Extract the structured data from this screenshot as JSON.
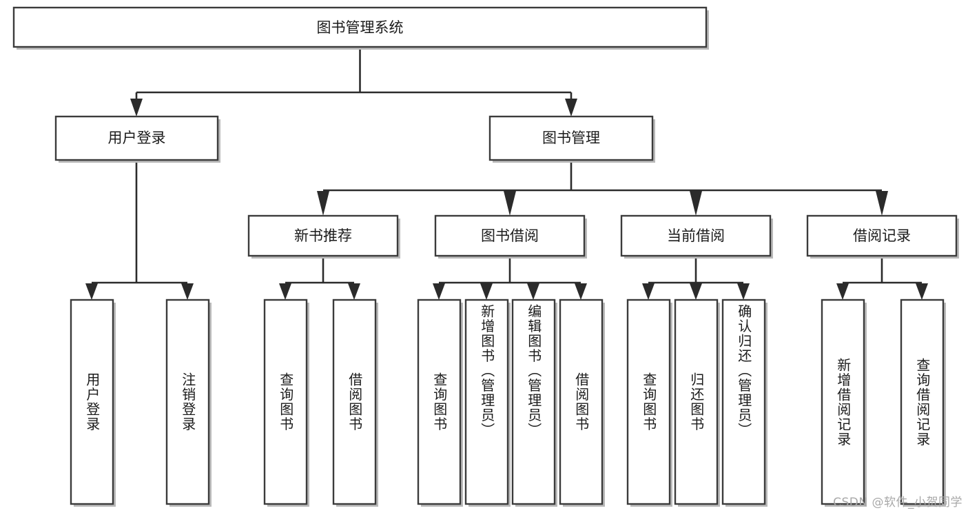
{
  "diagram": {
    "title": "图书管理系统",
    "watermark": "CSDN @软件_小贺同学",
    "colors": {
      "box_stroke": "#3b3b3b",
      "box_fill": "#ffffff",
      "connector": "#2b2b2b",
      "text": "#1b1b1b",
      "shadow": "#b9b9b9",
      "watermark": "#a8a8a8",
      "background": "#ffffff"
    },
    "root": {
      "label": "图书管理系统"
    },
    "level2": [
      {
        "label": "用户登录"
      },
      {
        "label": "图书管理"
      }
    ],
    "level3": [
      {
        "label": "新书推荐"
      },
      {
        "label": "图书借阅"
      },
      {
        "label": "当前借阅"
      },
      {
        "label": "借阅记录"
      }
    ],
    "leaves": {
      "user_login": [
        {
          "label": "用户登录"
        },
        {
          "label": "注销登录"
        }
      ],
      "new_book_recommend": [
        {
          "label": "查询图书"
        },
        {
          "label": "借阅图书"
        }
      ],
      "book_borrow": [
        {
          "label": "查询图书"
        },
        {
          "label": "新增图书（管理员）"
        },
        {
          "label": "编辑图书（管理员）"
        },
        {
          "label": "借阅图书"
        }
      ],
      "current_borrow": [
        {
          "label": "查询图书"
        },
        {
          "label": "归还图书"
        },
        {
          "label": "确认归还（管理员）"
        }
      ],
      "borrow_record": [
        {
          "label": "新增借阅记录"
        },
        {
          "label": "查询借阅记录"
        }
      ]
    }
  }
}
